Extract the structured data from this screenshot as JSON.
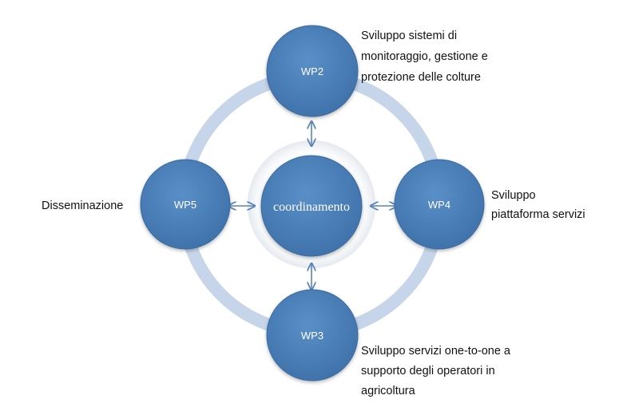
{
  "nodes": {
    "wp2": {
      "label": "WP2"
    },
    "wp3": {
      "label": "WP3"
    },
    "wp4": {
      "label": "WP4"
    },
    "wp5": {
      "label": "WP5"
    },
    "center": {
      "label": "coordinamento"
    }
  },
  "descriptions": {
    "wp2": [
      "Sviluppo sistemi di",
      "monitoraggio, gestione e",
      "protezione delle colture"
    ],
    "wp3": [
      "Sviluppo servizi one-to-one a",
      "supporto degli operatori in",
      "agricoltura"
    ],
    "wp4": [
      "Sviluppo",
      "piattaforma servizi"
    ],
    "wp5": [
      "Disseminazione"
    ]
  },
  "colors": {
    "node_fill": "#4a7fb8",
    "node_stroke": "#3a6aa2",
    "ring": "#c6d5ea",
    "arrow": "#5a83b8"
  }
}
